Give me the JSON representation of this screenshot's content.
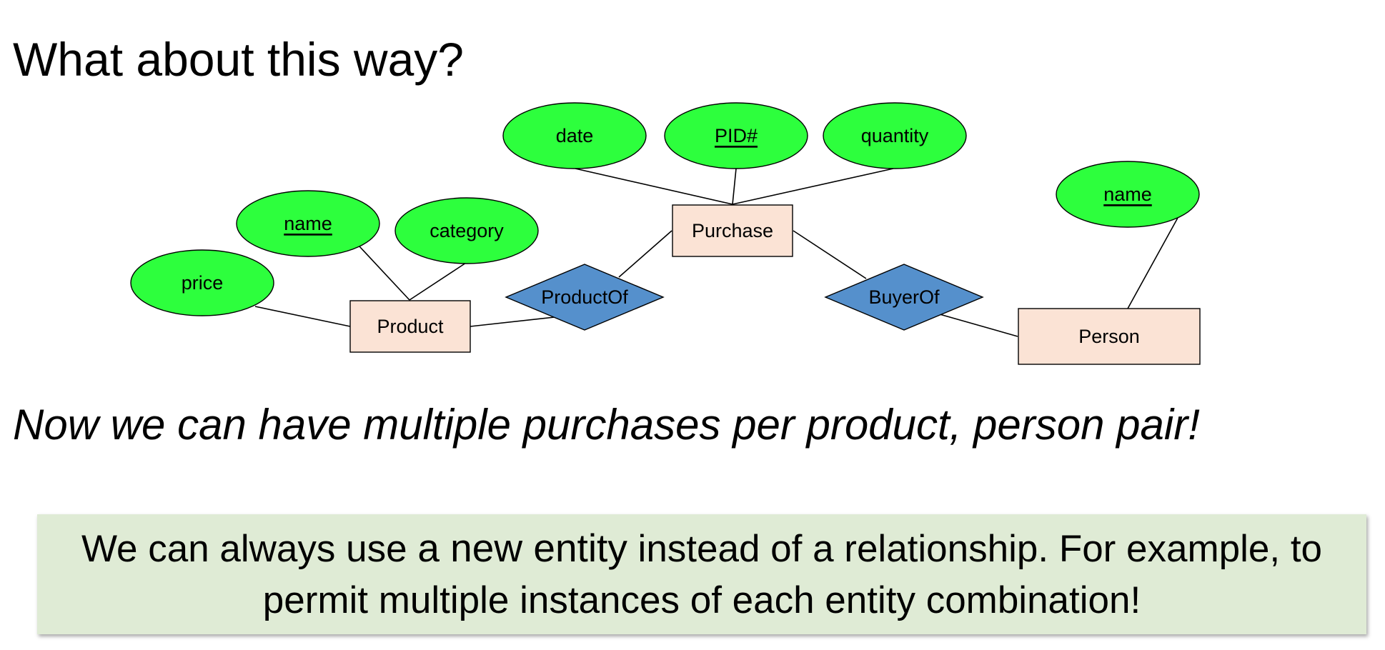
{
  "title": "What about this way?",
  "diagram": {
    "entities": {
      "product": "Product",
      "purchase": "Purchase",
      "person": "Person"
    },
    "relationships": {
      "product_of": "ProductOf",
      "buyer_of": "BuyerOf"
    },
    "attributes": {
      "purchase_date": "date",
      "purchase_pid": "PID#",
      "purchase_quantity": "quantity",
      "product_price": "price",
      "product_name": "name",
      "product_category": "category",
      "person_name": "name"
    },
    "colors": {
      "attribute_fill": "#2dff3d",
      "entity_fill": "#fbe3d5",
      "relationship_fill": "#5590cc"
    }
  },
  "subtitle": "Now we can have multiple purchases per product, person pair!",
  "callout": {
    "before": "We can always use ",
    "emphasis": "a new entity",
    "after": " instead of a relationship.  For example, to permit multiple instances of each entity combination!",
    "background": "#dfebd5"
  }
}
